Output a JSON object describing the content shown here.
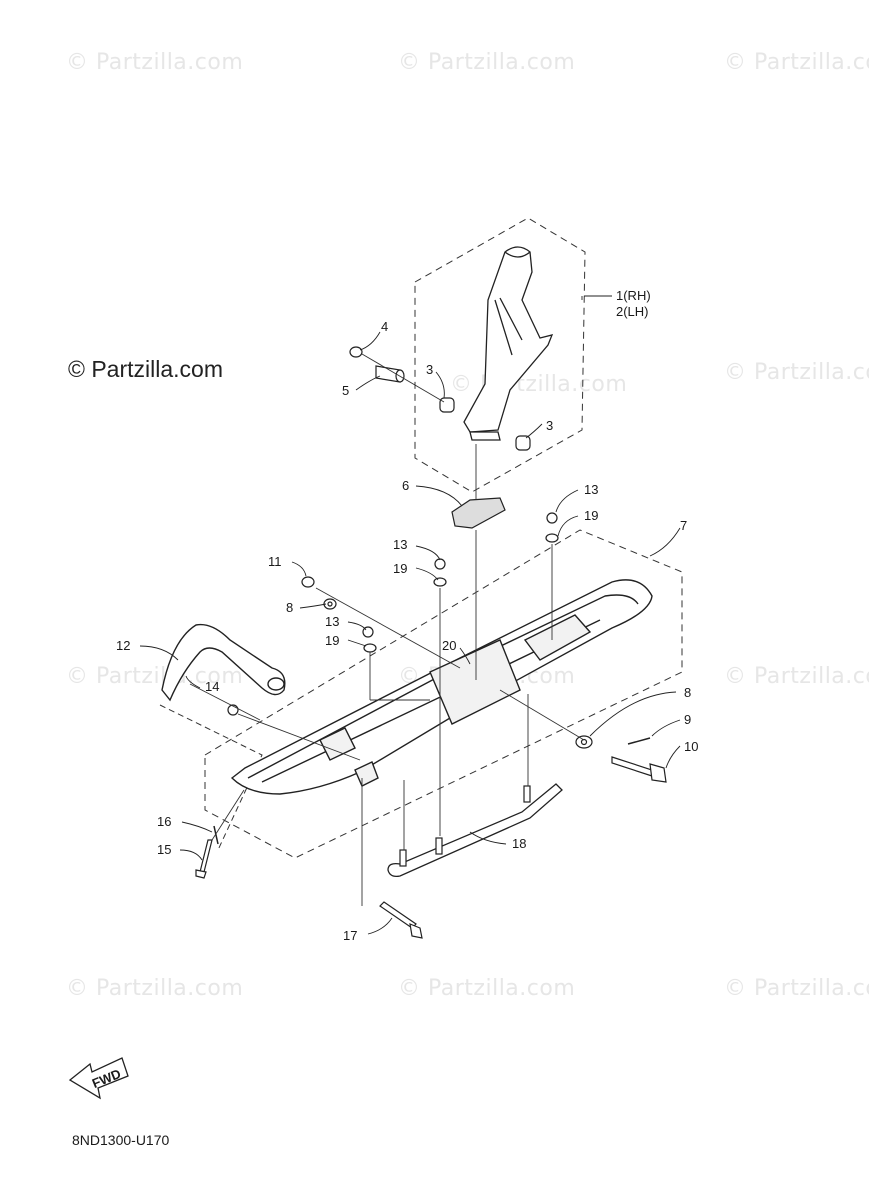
{
  "watermark": "© Partzilla.com",
  "brand": "© Partzilla.com",
  "diagram_code": "8ND1300-U170",
  "fwd_label": "FWD",
  "callouts": {
    "c1": "1(RH)",
    "c2": "2(LH)",
    "c3a": "3",
    "c3b": "3",
    "c4": "4",
    "c5": "5",
    "c6": "6",
    "c7": "7",
    "c8a": "8",
    "c8b": "8",
    "c9": "9",
    "c10": "10",
    "c11": "11",
    "c12": "12",
    "c13a": "13",
    "c13b": "13",
    "c13c": "13",
    "c14": "14",
    "c15": "15",
    "c16": "16",
    "c17": "17",
    "c18": "18",
    "c19a": "19",
    "c19b": "19",
    "c19c": "19",
    "c20": "20"
  }
}
